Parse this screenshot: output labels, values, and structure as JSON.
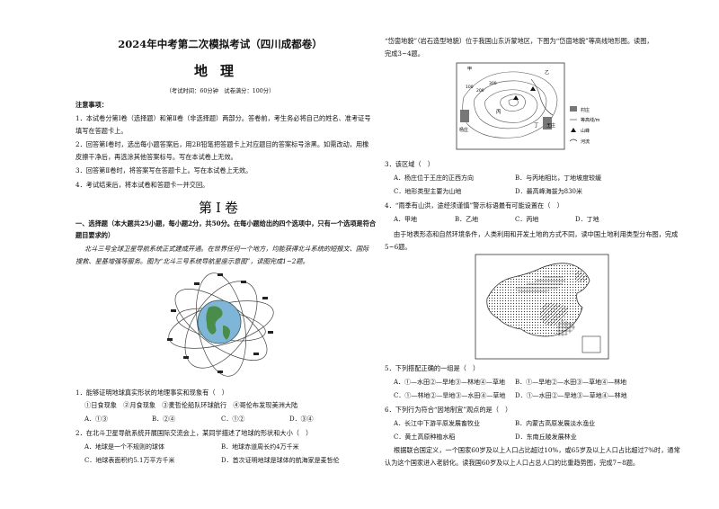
{
  "left": {
    "title": "2024年中考第二次模拟考试（四川成都卷）",
    "subject": "地理",
    "meta": "（考试时间：60分钟　试卷满分：100分）",
    "notes_heading": "注意事项：",
    "notes": [
      "1．本试卷分第Ⅰ卷（选择题）和第Ⅱ卷（非选择题）两部分。答卷前，考生务必将自己的姓名、准考证号",
      "填写在答题卡上。",
      "2．回答第Ⅰ卷时，选出每小题答案后，用2B铅笔把答题卡上对应题目的答案标号涂黑。如需改动，用橡",
      "皮擦干净后，再选涂其他答案标号。写在本试卷上无效。",
      "3．回答第Ⅱ卷时，将答案写在答题卡上。写在本试卷上无效。",
      "4．考试结束后，将本试卷和答题卡一并交回。"
    ],
    "part1": "第Ⅰ卷",
    "section1_lines": [
      "一、选择题（本大题共25小题，每小题2分，共50分。在每小题给出的四个选项中，只有一个选项是符合",
      "题目要求的）"
    ],
    "intro_lines": [
      "北斗三号全球卫星导航系统正式建成开通。在世界任何一个地方，均能获得北斗系统的短报文、国际",
      "搜救、星基增强等服务。图为“北斗三号系统导航星座示意图”，读图完成1~2题。"
    ],
    "q1": {
      "stem": "1．能够证明地球真实形状的地理事实和现象有（　）",
      "items": "①日食现象　②月食现象　③麦哲伦船队环球航行　④哥伦布发现美洲大陆",
      "options": [
        "A．①③",
        "B．②④",
        "C．①②",
        "D．③④"
      ]
    },
    "q2": {
      "stem": "2．在北斗卫星导航系统开展国际交流会上，某同学描述了地球的形状和大小（　）",
      "options": [
        "A．地球是一个不规则的球体",
        "B．地球赤道周长约4万千米",
        "C．地球表面积约5.1万平方千米",
        "D．首次证明地球是球体的航海家是麦哲伦"
      ]
    }
  },
  "right": {
    "intro_lines": [
      "“岱崮地貌”（岩石造型地貌）位于我国山东沂蒙地区，下图为“岱崮地貌”等高线地形图。读图，",
      "完成3~4题。"
    ],
    "map": {
      "label_bing": "丙",
      "label_ding": "丁",
      "label_yang": "杨庄",
      "label_wang": "王庄",
      "label_jia": "甲",
      "label_yi": "乙",
      "contour1": "300",
      "contour2": "200",
      "contour3": "100",
      "legend": [
        "村庄",
        "等高线/m",
        "山峰",
        "河流"
      ]
    },
    "q3": {
      "stem": "3．该区域（　）",
      "options": [
        "A．杨庄位于王庄的正西方向",
        "B．与丙地相比，丁地坡度较缓",
        "C．地形类型主要为山地",
        "D．最高峰海拔为830米"
      ]
    },
    "q4": {
      "stem": "4．“雨季有山洪，途经须谨慎”警示标语最有可能设置在（　）",
      "options": [
        "A．甲地",
        "B．乙地",
        "C．丙地",
        "D．丁地"
      ]
    },
    "intro2_lines": [
      "由于地表形态和自然环境条件，人类利用和开发土地的方式不同，读中国土地利用类型分布图，完成",
      "5~6题。"
    ],
    "q5": {
      "stem": "5．下列搭配正确的一组是（　）",
      "options": [
        "A．①—水田②—旱地③—林地④—草地",
        "B．①—旱地②—水田③—草地④—林地",
        "C．①—林地②—旱地③—水田④—草地",
        "D．①—水田②—旱地③—草地④—林地"
      ]
    },
    "q6": {
      "stem": "6．下列行为符合“因地制宜”观点的是（　）",
      "options": [
        "A．长江中下游平原发展畜牧业",
        "B．内蒙古高原发展淡水渔业",
        "C．黄土高原种植水稻",
        "D．东南丘陵发展林业"
      ]
    },
    "outro_lines": [
      "根据联合国定义，一个国家60岁及以上人口占比超过10%，或65岁及以上人口占比超过7%时，通常",
      "认为这个国家进入老龄化。读我国60岁及以上人口占总人口的比重趋势图，完成7~8题。"
    ]
  }
}
